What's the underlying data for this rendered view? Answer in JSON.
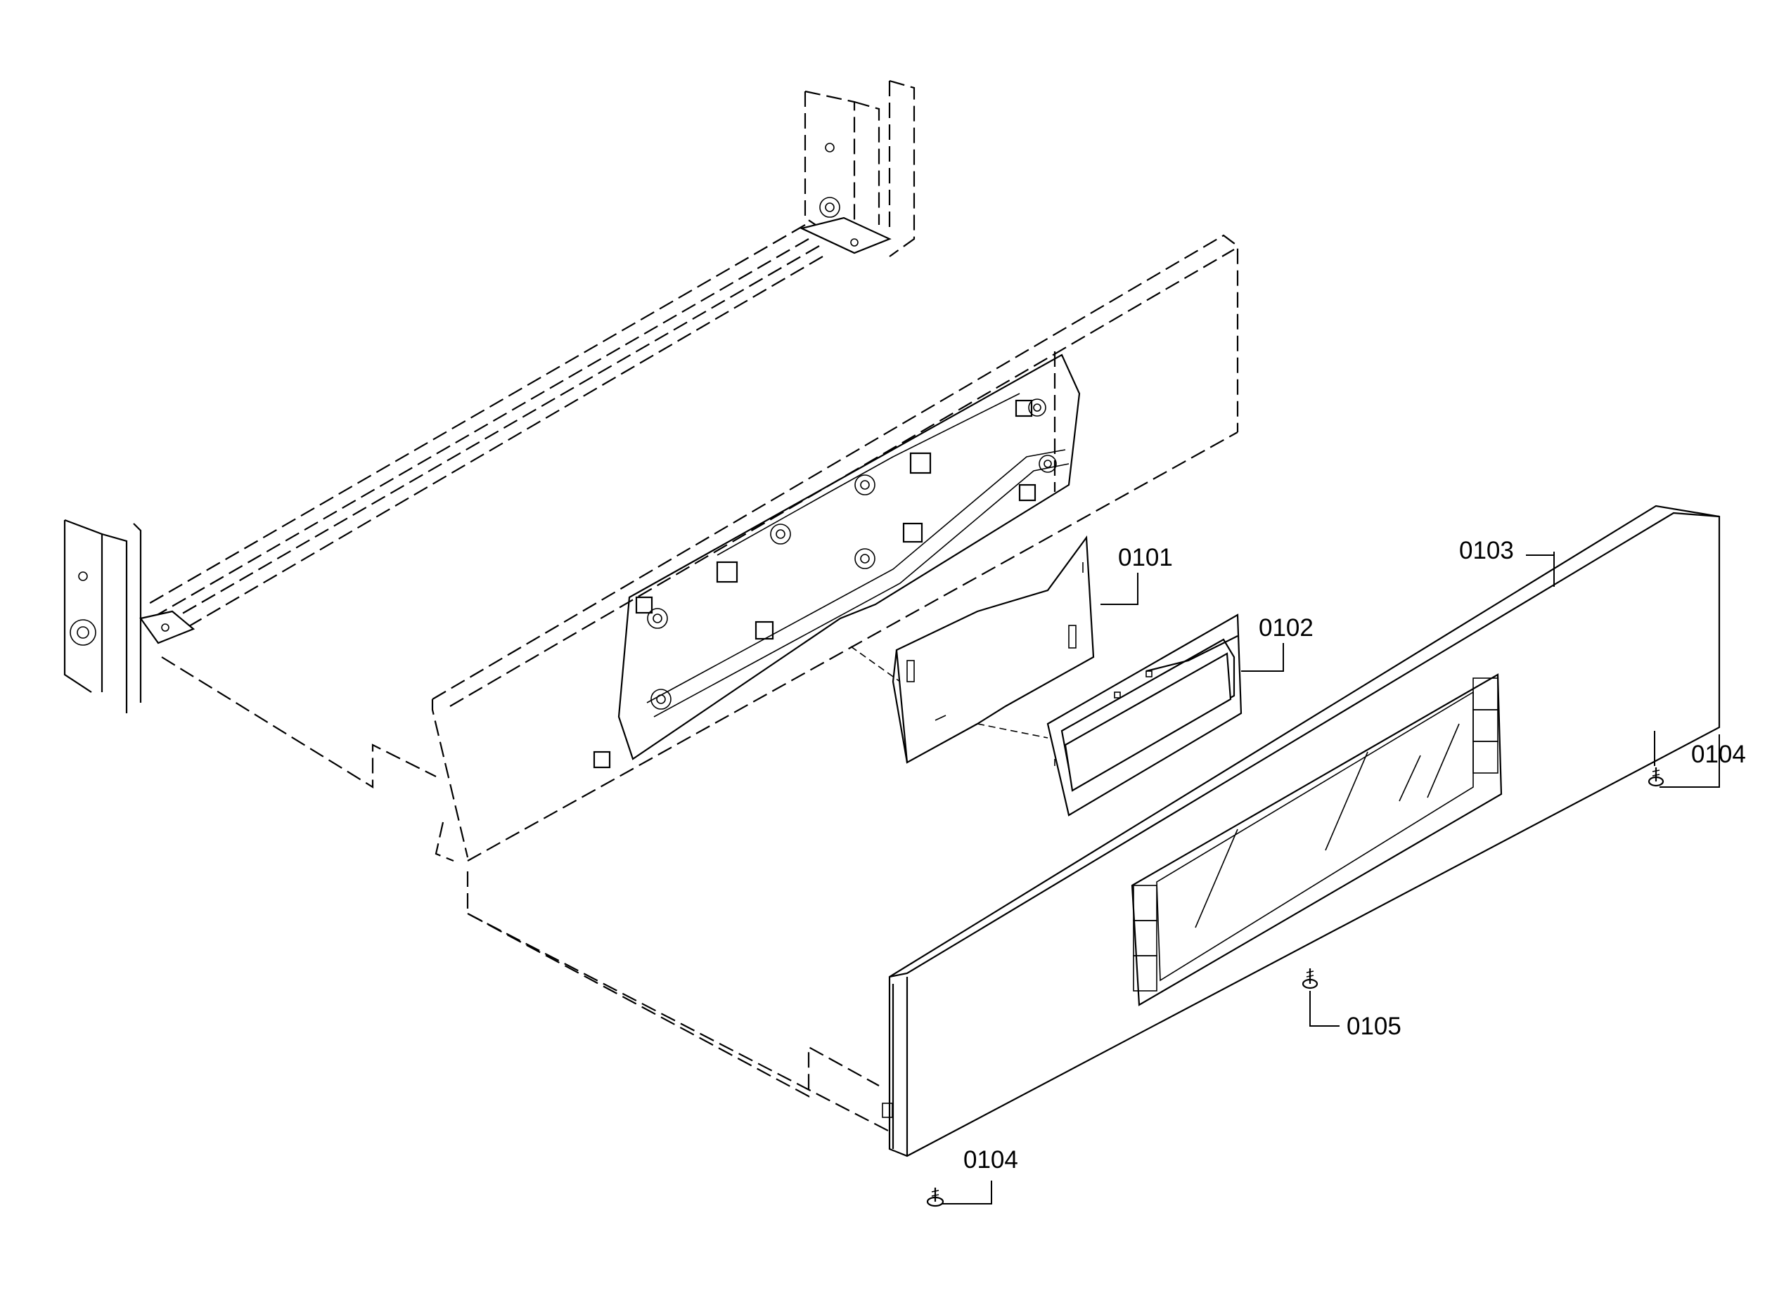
{
  "callouts": {
    "part_0101": "0101",
    "part_0102": "0102",
    "part_0103": "0103",
    "part_0104_right": "0104",
    "part_0104_bottom": "0104",
    "part_0105": "0105"
  }
}
